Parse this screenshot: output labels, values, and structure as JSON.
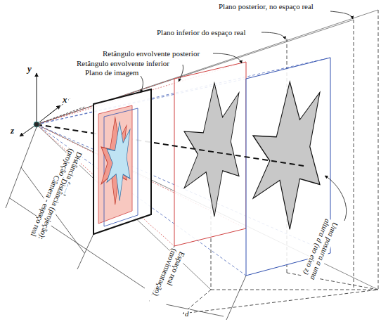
{
  "diagram": {
    "labels": [
      "Plano posterior, no espaço real",
      "Plano inferior do espaço real",
      "Retângulo envolvente posterior",
      "Retângulo envolvente inferior",
      "Plano de imagem",
      "y",
      "x",
      "z",
      "Distância focal (projeção)",
      "Distância (projeção): Câmera - espaço real",
      "Espaço real (movimentação)",
      "d",
      "Uma postura a uma altura d (no eixo z)"
    ]
  }
}
